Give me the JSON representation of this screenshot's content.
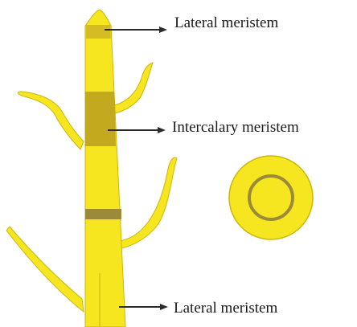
{
  "labels": {
    "top": "Lateral meristem",
    "middle": "Intercalary meristem",
    "bottom": "Lateral meristem"
  },
  "colors": {
    "plant_fill": "#f5e61f",
    "plant_edge": "#cdb60a",
    "meristem_dark": "#b59a1e",
    "meristem_band": "#9a8a3a",
    "arrow": "#2b2b2b",
    "text": "#1a1a1a"
  }
}
